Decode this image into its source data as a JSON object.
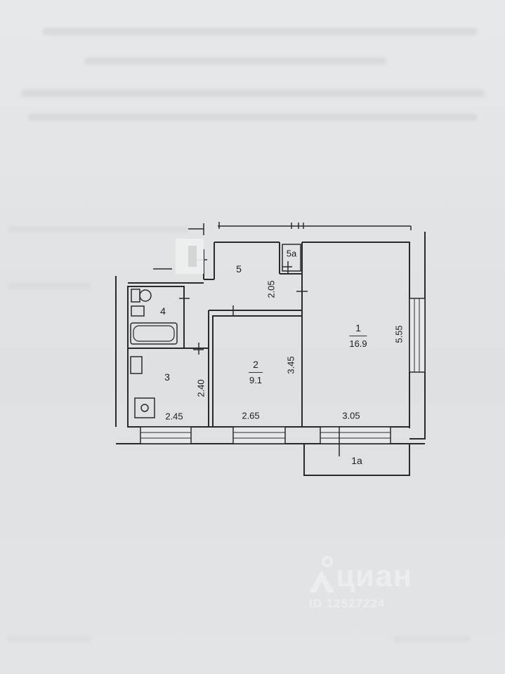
{
  "rooms": [
    {
      "id": "1",
      "area": "16.9"
    },
    {
      "id": "2",
      "area": "9.1"
    },
    {
      "id": "3"
    },
    {
      "id": "4"
    },
    {
      "id": "5"
    },
    {
      "id": "5a"
    },
    {
      "id": "1a"
    }
  ],
  "dimensions": {
    "room1_height": "5.55",
    "room1_width": "3.05",
    "room2_height": "3.45",
    "room2_width": "2.65",
    "room3_height": "2.40",
    "room3_width": "2.45",
    "room5_height": "2.05"
  },
  "watermark": {
    "brand": "циан",
    "id_text": "ID 12527224"
  },
  "colors": {
    "wall": "#2a2a2c",
    "paper": "#e3e6e7"
  }
}
